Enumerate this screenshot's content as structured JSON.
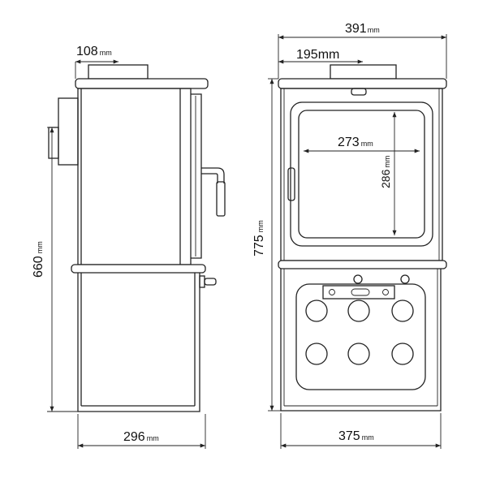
{
  "dimensions": {
    "side_top": {
      "value": "108",
      "unit": "mm"
    },
    "side_height": {
      "value": "660",
      "unit": "mm"
    },
    "side_width": {
      "value": "296",
      "unit": "mm"
    },
    "front_top_width": {
      "value": "391",
      "unit": "mm"
    },
    "front_flue_offset": {
      "value": "195",
      "unit": "mm"
    },
    "front_height": {
      "value": "775",
      "unit": "mm"
    },
    "front_width": {
      "value": "375",
      "unit": "mm"
    },
    "glass_width": {
      "value": "273",
      "unit": "mm"
    },
    "glass_height": {
      "value": "286",
      "unit": "mm"
    }
  },
  "colors": {
    "line": "#222222",
    "background": "#ffffff"
  }
}
